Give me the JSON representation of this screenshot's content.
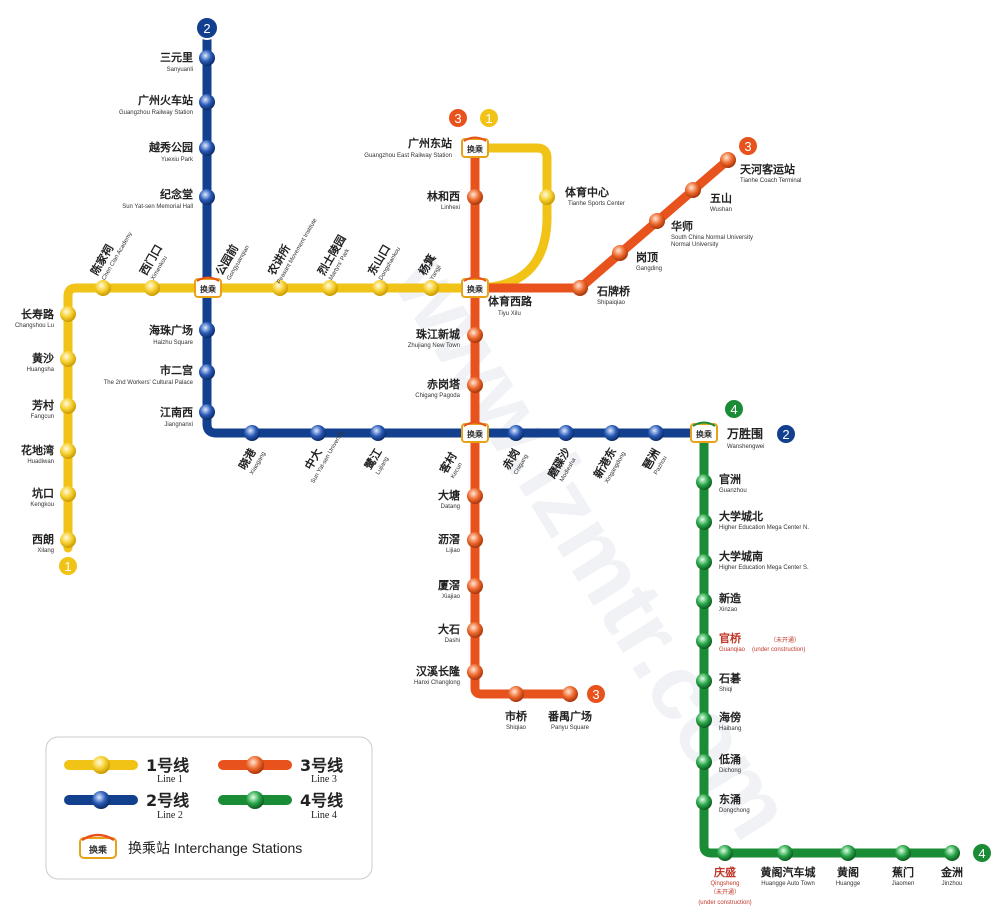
{
  "colors": {
    "line1": "#f2c317",
    "line2": "#12408e",
    "line3": "#e8521c",
    "line4": "#1b8c36",
    "under_construction_text": "#c0392b"
  },
  "watermark": "www.izmtr.com",
  "lines": [
    {
      "id": "1",
      "label_zh": "1号线",
      "label_en": "Line 1"
    },
    {
      "id": "2",
      "label_zh": "2号线",
      "label_en": "Line 2"
    },
    {
      "id": "3",
      "label_zh": "3号线",
      "label_en": "Line 3"
    },
    {
      "id": "4",
      "label_zh": "4号线",
      "label_en": "Line 4"
    }
  ],
  "interchange_badge": "换乘",
  "legend": {
    "line1_zh": "1号线",
    "line1_en": "Line 1",
    "line2_zh": "2号线",
    "line2_en": "Line 2",
    "line3_zh": "3号线",
    "line3_en": "Line 3",
    "line4_zh": "4号线",
    "line4_en": "Line 4",
    "interchange_label": "换乘站 Interchange Stations"
  },
  "stations": {
    "sanyuanli": {
      "zh": "三元里",
      "en": "Sanyuanli"
    },
    "guangzhou_rail": {
      "zh": "广州火车站",
      "en": "Guangzhou Railway Station"
    },
    "yuexiu_park": {
      "zh": "越秀公园",
      "en": "Yuexiu Park"
    },
    "sun_yatsen": {
      "zh": "纪念堂",
      "en": "Sun Yat-sen Memorial Hall"
    },
    "gongyuanqian": {
      "zh": "公园前",
      "en": "Gongyuanqian"
    },
    "haizhu_square": {
      "zh": "海珠广场",
      "en": "Haizhu Square"
    },
    "shiergong": {
      "zh": "市二宫",
      "en": "The 2nd Workers' Cultural Palace"
    },
    "jiangnanxi": {
      "zh": "江南西",
      "en": "Jiangnanxi"
    },
    "xiaogang": {
      "zh": "晓港",
      "en": "Xiaogang"
    },
    "zhongda": {
      "zh": "中大",
      "en": "Sun Yat-sen University"
    },
    "lujiang": {
      "zh": "鹭江",
      "en": "Lujiang"
    },
    "kecun": {
      "zh": "客村",
      "en": "Kecun"
    },
    "chigang": {
      "zh": "赤岗",
      "en": "Chigang"
    },
    "modiesha": {
      "zh": "磨碟沙",
      "en": "Modiesha"
    },
    "xingangdong": {
      "zh": "新港东",
      "en": "Xingangdong"
    },
    "pazhou": {
      "zh": "琶洲",
      "en": "Pazhou"
    },
    "wanshengwei": {
      "zh": "万胜围",
      "en": "Wanshengwei"
    },
    "chenjiaci": {
      "zh": "陈家祠",
      "en": "Chen Clan Academy"
    },
    "ximenkou": {
      "zh": "西门口",
      "en": "Ximenkou"
    },
    "nongjiangsuo": {
      "zh": "农讲所",
      "en": "Peasant Movement Institute"
    },
    "lieshilingyuan": {
      "zh": "烈士陵园",
      "en": "Martyrs' Park"
    },
    "dongshankou": {
      "zh": "东山口",
      "en": "Dongshankou"
    },
    "yangji": {
      "zh": "杨箕",
      "en": "Yangji"
    },
    "tiyuxilu": {
      "zh": "体育西路",
      "en": "Tiyu Xilu"
    },
    "tiyuzhongxin": {
      "zh": "体育中心",
      "en": "Tianhe Sports Center"
    },
    "guangzhou_east": {
      "zh": "广州东站",
      "en": "Guangzhou East Railway Station"
    },
    "changshoulu": {
      "zh": "长寿路",
      "en": "Changshou Lu"
    },
    "huangsha": {
      "zh": "黄沙",
      "en": "Huangsha"
    },
    "fangcun": {
      "zh": "芳村",
      "en": "Fangcun"
    },
    "huadiwan": {
      "zh": "花地湾",
      "en": "Huadiwan"
    },
    "kengkou": {
      "zh": "坑口",
      "en": "Kengkou"
    },
    "xilang": {
      "zh": "西朗",
      "en": "Xilang"
    },
    "linhexi": {
      "zh": "林和西",
      "en": "Linhexi"
    },
    "zhujiang_nt": {
      "zh": "珠江新城",
      "en": "Zhujiang New Town"
    },
    "chigang_pagoda": {
      "zh": "赤岗塔",
      "en": "Chigang Pagoda"
    },
    "dashi_dalang": {
      "zh": "大塘",
      "en": "Datang"
    },
    "lijiao": {
      "zh": "沥滘",
      "en": "Lijiao"
    },
    "xiajiao": {
      "zh": "厦滘",
      "en": "Xiajiao"
    },
    "dashi": {
      "zh": "大石",
      "en": "Dashi"
    },
    "hanxi": {
      "zh": "汉溪长隆",
      "en": "Hanxi Changlong"
    },
    "shiqiao": {
      "zh": "市桥",
      "en": "Shiqiao"
    },
    "panyu_square": {
      "zh": "番禺广场",
      "en": "Panyu Square"
    },
    "shipaiqiao": {
      "zh": "石牌桥",
      "en": "Shipaiqiao"
    },
    "gangding": {
      "zh": "岗顶",
      "en": "Gangding"
    },
    "huashi": {
      "zh": "华师",
      "en": "South China Normal University"
    },
    "wushan": {
      "zh": "五山",
      "en": "Wushan"
    },
    "tianhe_coach": {
      "zh": "天河客运站",
      "en": "Tianhe Coach Terminal"
    },
    "guanzhou": {
      "zh": "官洲",
      "en": "Guanzhou"
    },
    "hemc_north": {
      "zh": "大学城北",
      "en": "Higher Education Mega Center N."
    },
    "hemc_south": {
      "zh": "大学城南",
      "en": "Higher Education Mega Center S."
    },
    "xinzao": {
      "zh": "新造",
      "en": "Xinzao"
    },
    "guanqiao": {
      "zh": "官桥",
      "en": "Guanqiao",
      "note_zh": "（未开通）",
      "note_en": "(under construction)"
    },
    "shiqi": {
      "zh": "石碁",
      "en": "Shiqi"
    },
    "haibang": {
      "zh": "海傍",
      "en": "Haibang"
    },
    "dichong": {
      "zh": "低涌",
      "en": "Dichong"
    },
    "dongchong": {
      "zh": "东涌",
      "en": "Dongchong"
    },
    "qingsheng": {
      "zh": "庆盛",
      "en": "Qingsheng",
      "note_zh": "（未开通）",
      "note_en": "(under construction)"
    },
    "huangge_auto": {
      "zh": "黄阁汽车城",
      "en": "Huangge Auto Town"
    },
    "huangge": {
      "zh": "黄阁",
      "en": "Huangge"
    },
    "jiaomen": {
      "zh": "蕉门",
      "en": "Jiaomen"
    },
    "jinzhou": {
      "zh": "金洲",
      "en": "Jinzhou"
    }
  }
}
